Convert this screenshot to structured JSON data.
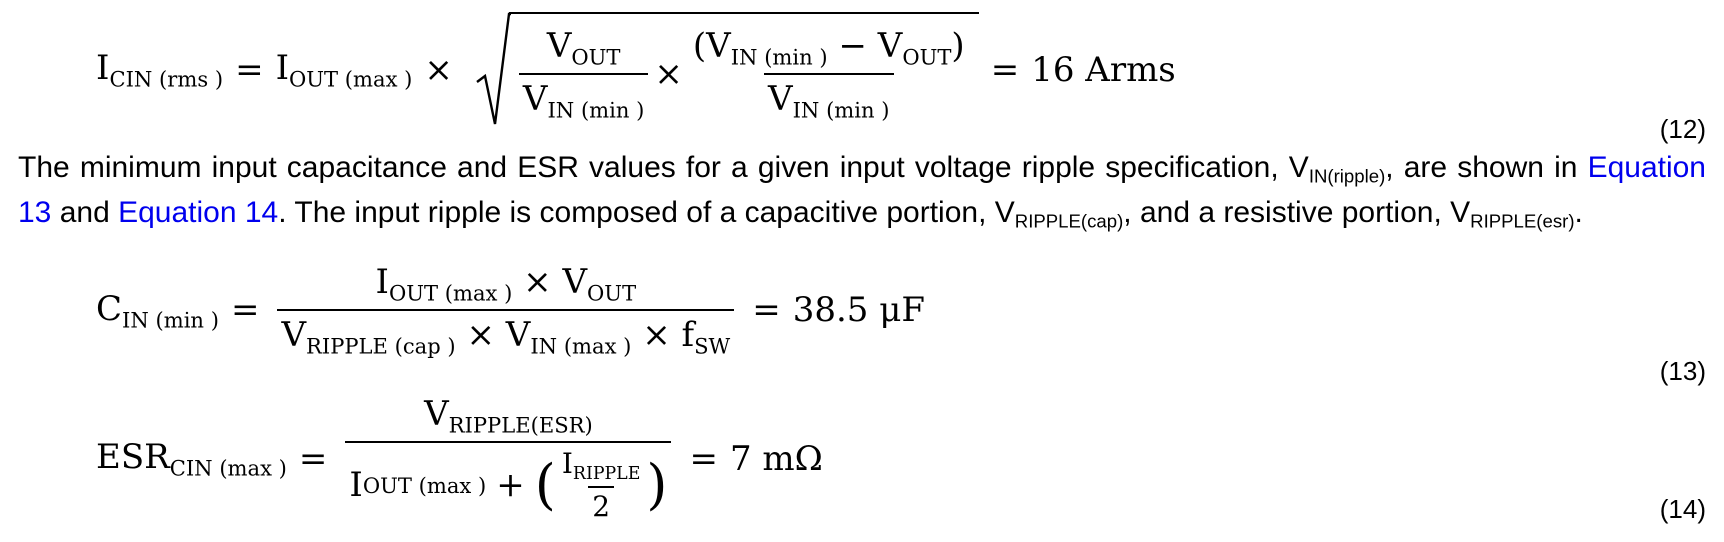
{
  "equation_12": {
    "lhs": "I",
    "lhs_sub": "CIN (rms )",
    "factor": "I",
    "factor_sub": "OUT (max )",
    "frac1_num": "V",
    "frac1_num_sub": "OUT",
    "frac1_den": "V",
    "frac1_den_sub": "IN (min )",
    "frac2_num_v1": "V",
    "frac2_num_v1_sub": "IN (min )",
    "frac2_num_v2": "V",
    "frac2_num_v2_sub": "OUT",
    "frac2_den": "V",
    "frac2_den_sub": "IN (min )",
    "result": "16 Arms",
    "number": "(12)"
  },
  "paragraph": {
    "t1": "The minimum input capacitance and ESR values for a given input voltage ripple specification, V",
    "s1": "IN(ripple)",
    "t2": ", are shown in ",
    "link1": "Equation 13",
    "t3": " and ",
    "link2": "Equation 14",
    "t4": ". The input ripple is composed of a capacitive portion, V",
    "s2": "RIPPLE(cap)",
    "t5": ", and a resistive portion, V",
    "s3": "RIPPLE(esr)",
    "t6": "."
  },
  "equation_13": {
    "lhs": "C",
    "lhs_sub": "IN (min )",
    "num1": "I",
    "num1_sub": "OUT (max )",
    "num2": "V",
    "num2_sub": "OUT",
    "den1": "V",
    "den1_sub": "RIPPLE  (cap )",
    "den2": "V",
    "den2_sub": "IN (max )",
    "den3": "f",
    "den3_sub": "SW",
    "result": "38.5 μF",
    "number": "(13)"
  },
  "equation_14": {
    "lhs": "ESR",
    "lhs_sub": "CIN (max )",
    "num": "V",
    "num_sub": "RIPPLE(ESR)",
    "den1": "I",
    "den1_sub": "OUT (max )",
    "inner_num": "I",
    "inner_num_sub": "RIPPLE",
    "inner_den": "2",
    "result": "7 mΩ",
    "number": "(14)"
  }
}
